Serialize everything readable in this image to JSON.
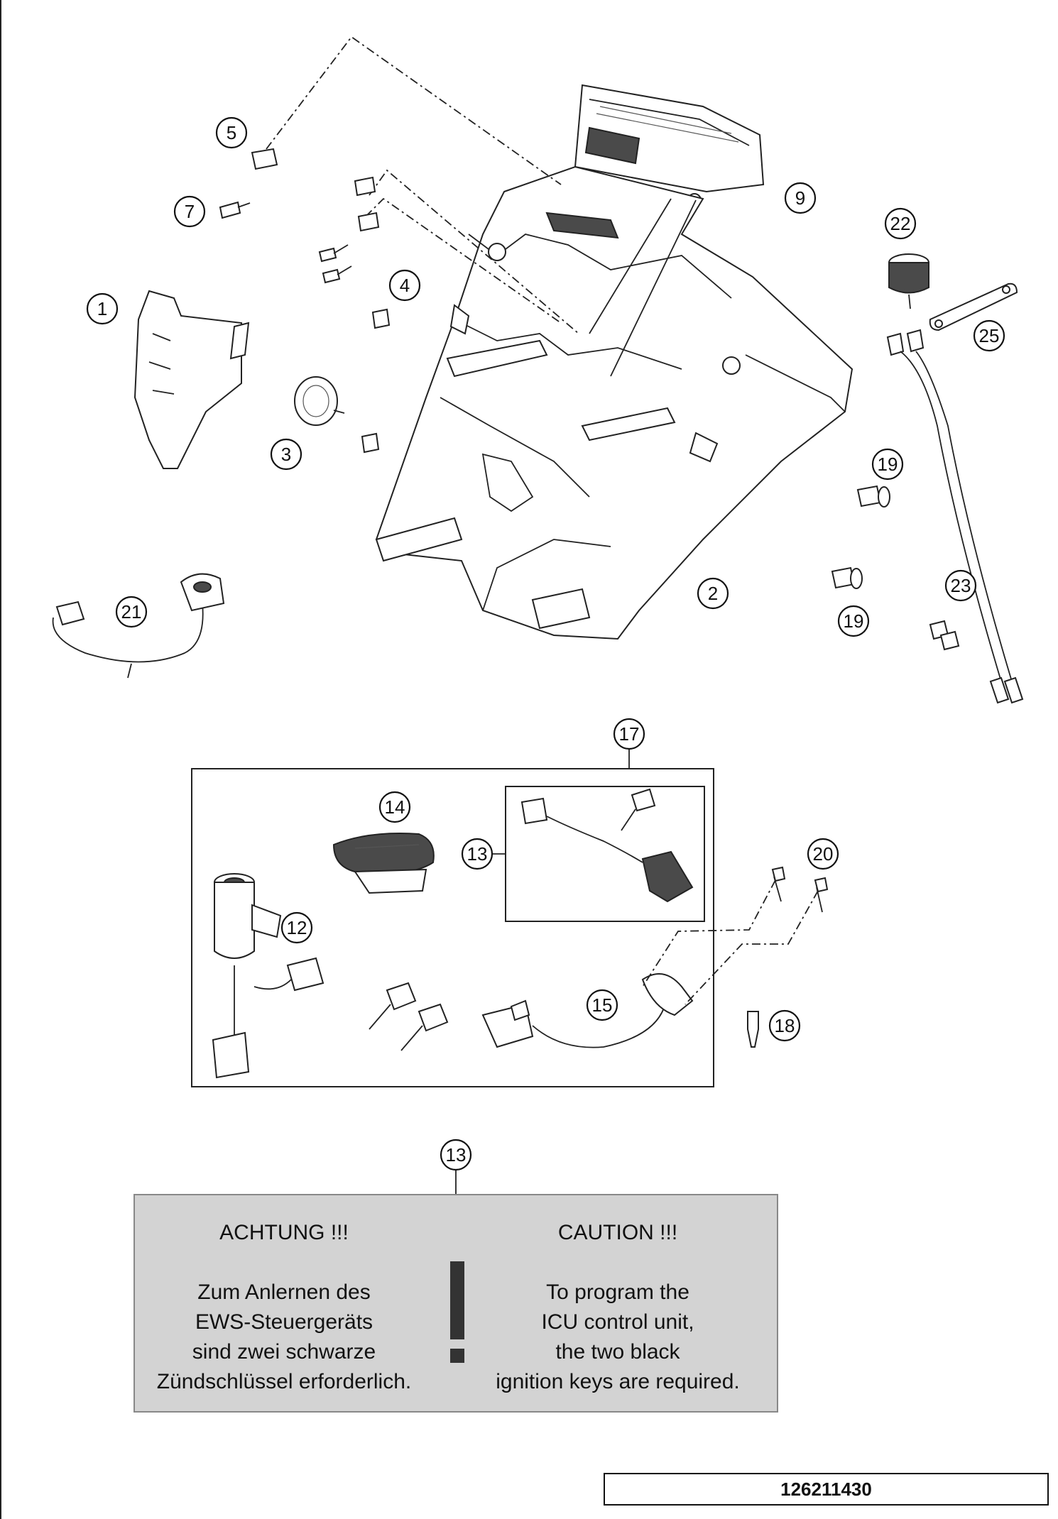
{
  "callouts": [
    {
      "label": "1"
    },
    {
      "label": "2"
    },
    {
      "label": "3"
    },
    {
      "label": "4"
    },
    {
      "label": "5"
    },
    {
      "label": "7"
    },
    {
      "label": "9"
    },
    {
      "label": "12"
    },
    {
      "label": "13"
    },
    {
      "label": "13"
    },
    {
      "label": "14"
    },
    {
      "label": "15"
    },
    {
      "label": "17"
    },
    {
      "label": "18"
    },
    {
      "label": "19"
    },
    {
      "label": "19"
    },
    {
      "label": "20"
    },
    {
      "label": "21"
    },
    {
      "label": "22"
    },
    {
      "label": "23"
    },
    {
      "label": "25"
    }
  ],
  "caution": {
    "german": {
      "heading": "ACHTUNG !!!",
      "lines": [
        "Zum Anlernen des",
        "EWS-Steuergeräts",
        "sind zwei schwarze",
        "Zündschlüssel erforderlich."
      ]
    },
    "english": {
      "heading": "CAUTION !!!",
      "lines": [
        "To program the",
        "ICU control unit,",
        "the two black",
        "ignition keys are required."
      ]
    }
  },
  "reference_number": "126211430"
}
